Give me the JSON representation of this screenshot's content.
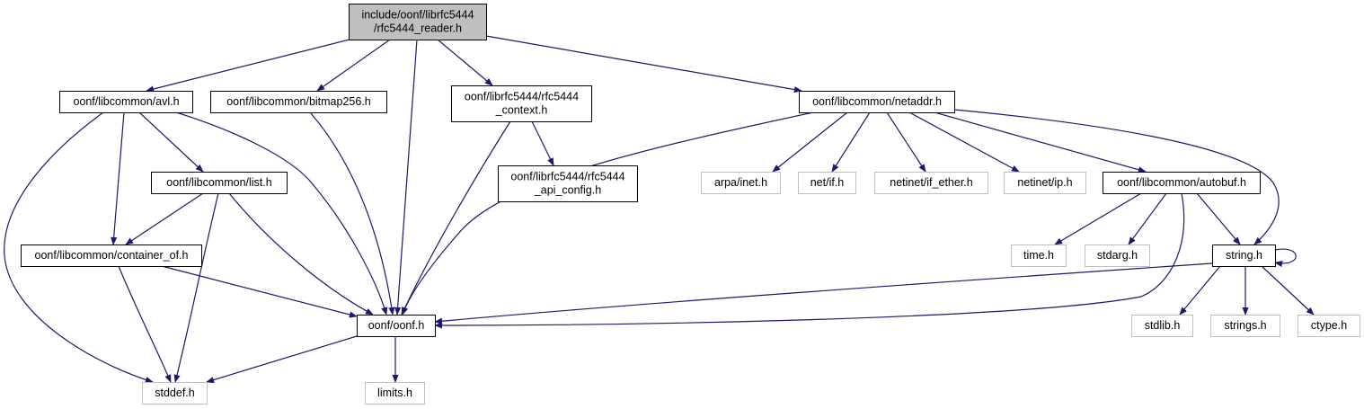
{
  "diagram": {
    "colors": {
      "edge": "#191970",
      "node_border": "#000000",
      "missing_border": "#bfbfbf",
      "root_fill": "#bfbfbf",
      "node_fill": "#ffffff"
    },
    "nodes": [
      {
        "id": "root",
        "lines": [
          "include/oonf/librfc5444",
          "/rfc5444_reader.h"
        ],
        "kind": "root"
      },
      {
        "id": "avl",
        "lines": [
          "oonf/libcommon/avl.h"
        ],
        "kind": "file"
      },
      {
        "id": "bitmap",
        "lines": [
          "oonf/libcommon/bitmap256.h"
        ],
        "kind": "file"
      },
      {
        "id": "context",
        "lines": [
          "oonf/librfc5444/rfc5444",
          "_context.h"
        ],
        "kind": "file"
      },
      {
        "id": "netaddr",
        "lines": [
          "oonf/libcommon/netaddr.h"
        ],
        "kind": "file"
      },
      {
        "id": "list",
        "lines": [
          "oonf/libcommon/list.h"
        ],
        "kind": "file"
      },
      {
        "id": "apiconfig",
        "lines": [
          "oonf/librfc5444/rfc5444",
          "_api_config.h"
        ],
        "kind": "file"
      },
      {
        "id": "arpa",
        "lines": [
          "arpa/inet.h"
        ],
        "kind": "missing"
      },
      {
        "id": "netif",
        "lines": [
          "net/if.h"
        ],
        "kind": "missing"
      },
      {
        "id": "ifether",
        "lines": [
          "netinet/if_ether.h"
        ],
        "kind": "missing"
      },
      {
        "id": "netip",
        "lines": [
          "netinet/ip.h"
        ],
        "kind": "missing"
      },
      {
        "id": "autobuf",
        "lines": [
          "oonf/libcommon/autobuf.h"
        ],
        "kind": "file"
      },
      {
        "id": "containerof",
        "lines": [
          "oonf/libcommon/container_of.h"
        ],
        "kind": "file"
      },
      {
        "id": "time",
        "lines": [
          "time.h"
        ],
        "kind": "missing"
      },
      {
        "id": "stdarg",
        "lines": [
          "stdarg.h"
        ],
        "kind": "missing"
      },
      {
        "id": "string",
        "lines": [
          "string.h"
        ],
        "kind": "file"
      },
      {
        "id": "oonf",
        "lines": [
          "oonf/oonf.h"
        ],
        "kind": "file"
      },
      {
        "id": "stdlib",
        "lines": [
          "stdlib.h"
        ],
        "kind": "missing"
      },
      {
        "id": "strings",
        "lines": [
          "strings.h"
        ],
        "kind": "missing"
      },
      {
        "id": "ctype",
        "lines": [
          "ctype.h"
        ],
        "kind": "missing"
      },
      {
        "id": "stddef",
        "lines": [
          "stddef.h"
        ],
        "kind": "missing"
      },
      {
        "id": "limits",
        "lines": [
          "limits.h"
        ],
        "kind": "missing"
      }
    ],
    "edges": [
      {
        "from": "root",
        "to": "avl"
      },
      {
        "from": "root",
        "to": "bitmap"
      },
      {
        "from": "root",
        "to": "oonf"
      },
      {
        "from": "root",
        "to": "context"
      },
      {
        "from": "root",
        "to": "netaddr"
      },
      {
        "from": "avl",
        "to": "stddef"
      },
      {
        "from": "avl",
        "to": "containerof"
      },
      {
        "from": "avl",
        "to": "list"
      },
      {
        "from": "avl",
        "to": "oonf"
      },
      {
        "from": "bitmap",
        "to": "oonf"
      },
      {
        "from": "context",
        "to": "oonf"
      },
      {
        "from": "context",
        "to": "apiconfig"
      },
      {
        "from": "list",
        "to": "containerof"
      },
      {
        "from": "list",
        "to": "stddef"
      },
      {
        "from": "list",
        "to": "oonf"
      },
      {
        "from": "containerof",
        "to": "stddef"
      },
      {
        "from": "containerof",
        "to": "oonf"
      },
      {
        "from": "netaddr",
        "to": "oonf"
      },
      {
        "from": "netaddr",
        "to": "arpa"
      },
      {
        "from": "netaddr",
        "to": "netif"
      },
      {
        "from": "netaddr",
        "to": "ifether"
      },
      {
        "from": "netaddr",
        "to": "netip"
      },
      {
        "from": "netaddr",
        "to": "autobuf"
      },
      {
        "from": "netaddr",
        "to": "string"
      },
      {
        "from": "autobuf",
        "to": "time"
      },
      {
        "from": "autobuf",
        "to": "stdarg"
      },
      {
        "from": "autobuf",
        "to": "string"
      },
      {
        "from": "autobuf",
        "to": "oonf"
      },
      {
        "from": "string",
        "to": "string"
      },
      {
        "from": "string",
        "to": "oonf"
      },
      {
        "from": "string",
        "to": "stdlib"
      },
      {
        "from": "string",
        "to": "strings"
      },
      {
        "from": "string",
        "to": "ctype"
      },
      {
        "from": "oonf",
        "to": "stddef"
      },
      {
        "from": "oonf",
        "to": "limits"
      }
    ]
  }
}
